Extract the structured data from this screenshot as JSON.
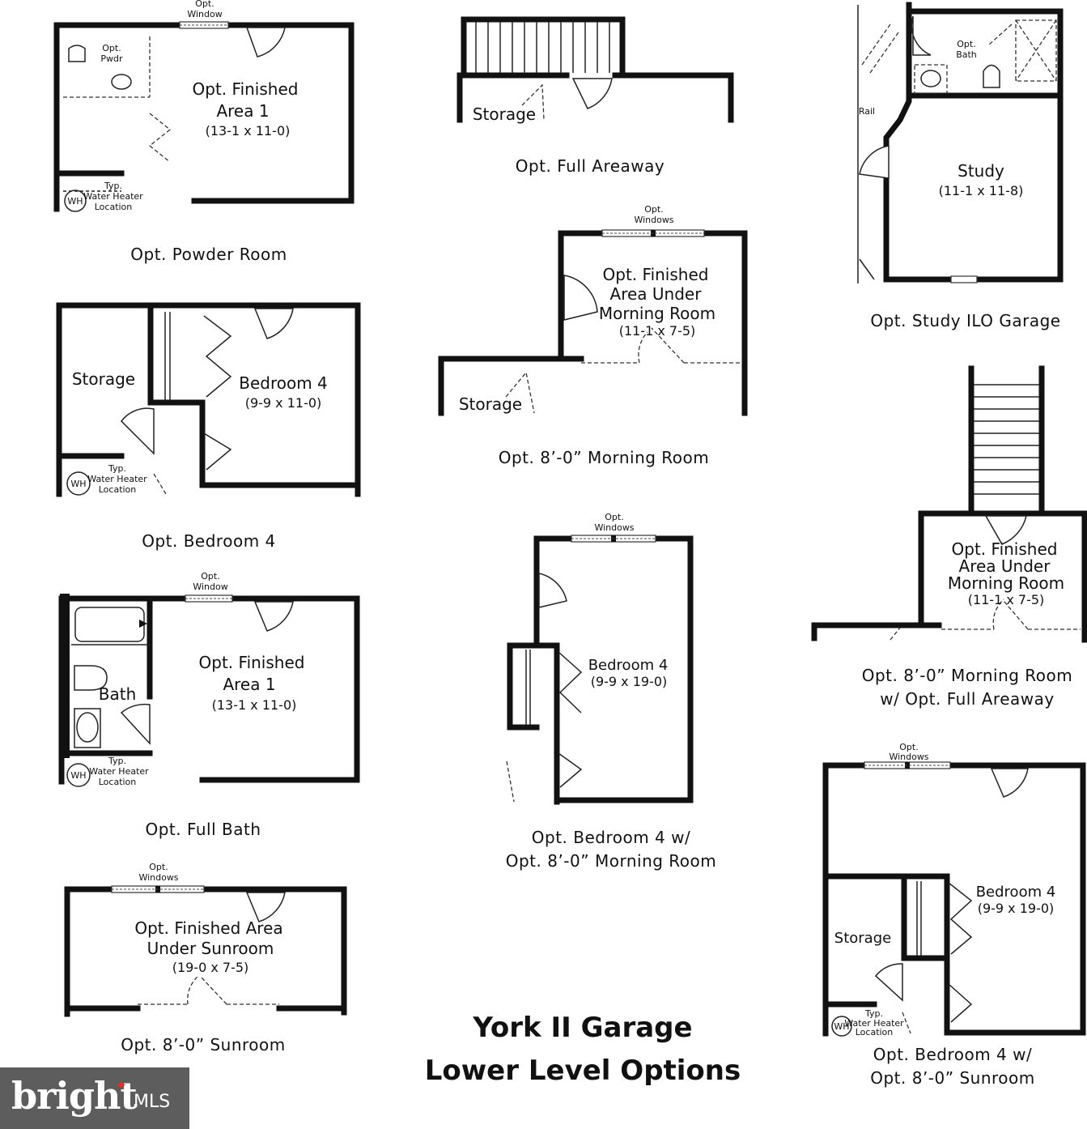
{
  "title": {
    "line1": "York II Garage",
    "line2": "Lower Level Options"
  },
  "plans": {
    "powder": {
      "caption": "Opt. Powder Room",
      "room": "Opt. Finished",
      "room2": "Area 1",
      "dims": "(13-1 x 11-0)",
      "window": "Opt.",
      "window2": "Window",
      "pwdr": "Opt.",
      "pwdr2": "Pwdr",
      "wh_typ": "Typ.",
      "wh_text": "Water Heater",
      "wh_loc": "Location",
      "wh": "WH"
    },
    "areaway": {
      "caption": "Opt. Full Areaway",
      "storage": "Storage"
    },
    "study": {
      "caption": "Opt. Study ILO Garage",
      "room": "Study",
      "dims": "(11-1 x 11-8)",
      "bath": "Opt.",
      "bath2": "Bath",
      "rail": "Rail"
    },
    "bedroom4": {
      "caption": "Opt. Bedroom 4",
      "storage": "Storage",
      "room": "Bedroom 4",
      "dims": "(9-9 x 11-0)",
      "wh_typ": "Typ.",
      "wh_text": "Water Heater",
      "wh_loc": "Location",
      "wh": "WH"
    },
    "morning": {
      "caption": "Opt. 8’-0” Morning Room",
      "window": "Opt.",
      "window2": "Windows",
      "room1": "Opt. Finished",
      "room2": "Area Under",
      "room3": "Morning Room",
      "dims": "(11-1 x 7-5)",
      "storage": "Storage"
    },
    "morning_areaway": {
      "caption1": "Opt. 8’-0” Morning Room",
      "caption2": "w/ Opt. Full Areaway",
      "room1": "Opt. Finished",
      "room2": "Area Under",
      "room3": "Morning Room",
      "dims": "(11-1 x 7-5)"
    },
    "fullbath": {
      "caption": "Opt. Full Bath",
      "window": "Opt.",
      "window2": "Window",
      "bath": "Bath",
      "room": "Opt. Finished",
      "room2": "Area 1",
      "dims": "(13-1 x 11-0)",
      "wh_typ": "Typ.",
      "wh_text": "Water Heater",
      "wh_loc": "Location",
      "wh": "WH"
    },
    "bed4_morning": {
      "caption1": "Opt. Bedroom 4 w/",
      "caption2": "Opt. 8’-0” Morning Room",
      "window": "Opt.",
      "window2": "Windows",
      "room": "Bedroom 4",
      "dims": "(9-9 x 19-0)"
    },
    "sunroom": {
      "caption": "Opt. 8’-0” Sunroom",
      "window": "Opt.",
      "window2": "Windows",
      "room1": "Opt. Finished Area",
      "room2": "Under Sunroom",
      "dims": "(19-0 x 7-5)"
    },
    "bed4_sunroom": {
      "caption1": "Opt. Bedroom 4 w/",
      "caption2": "Opt. 8’-0” Sunroom",
      "window": "Opt.",
      "window2": "Windows",
      "room": "Bedroom 4",
      "dims": "(9-9 x 19-0)",
      "storage": "Storage",
      "wh_typ": "Typ.",
      "wh_text": "Water Heater",
      "wh_loc": "Location",
      "wh": "WH"
    }
  },
  "logo": {
    "word": "bright",
    "mls": "MLS"
  }
}
